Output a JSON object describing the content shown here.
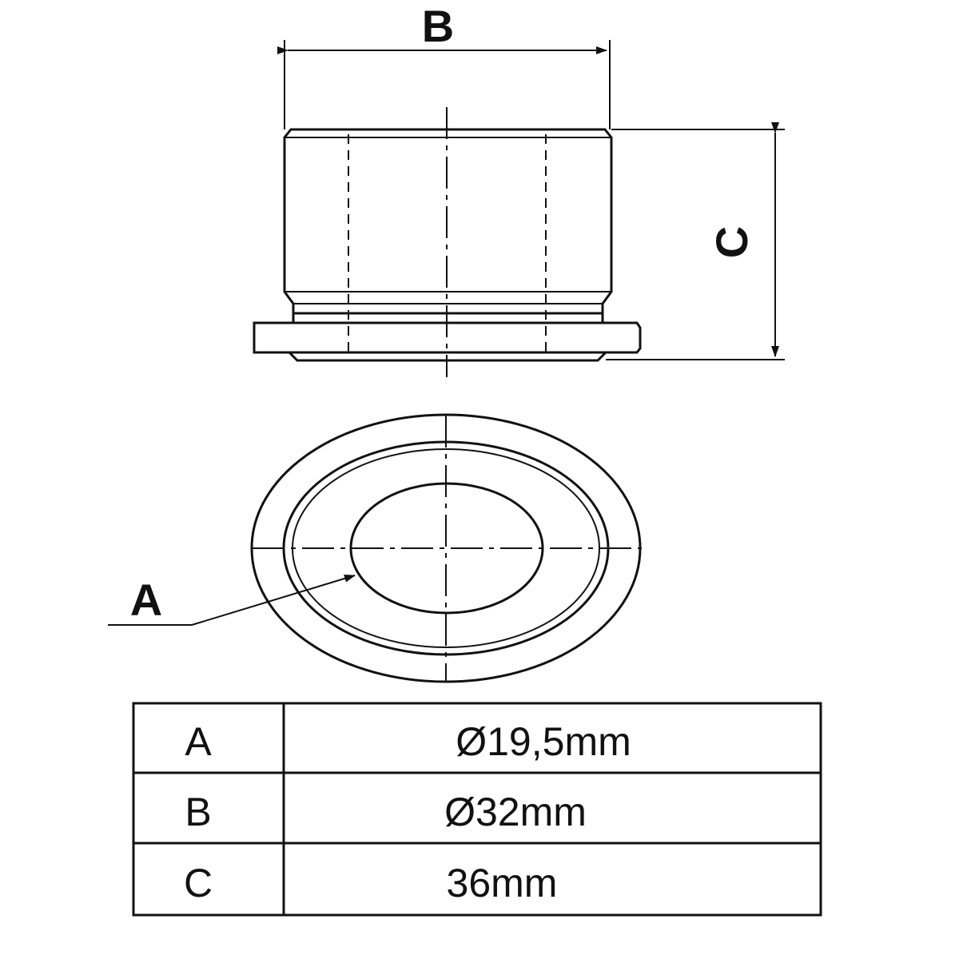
{
  "labels": {
    "dim_b": "B",
    "dim_c": "C",
    "dim_a": "A"
  },
  "table": {
    "rows": [
      {
        "key": "A",
        "value": "Ø19,5mm"
      },
      {
        "key": "B",
        "value": "Ø32mm"
      },
      {
        "key": "C",
        "value": "36mm"
      }
    ]
  }
}
